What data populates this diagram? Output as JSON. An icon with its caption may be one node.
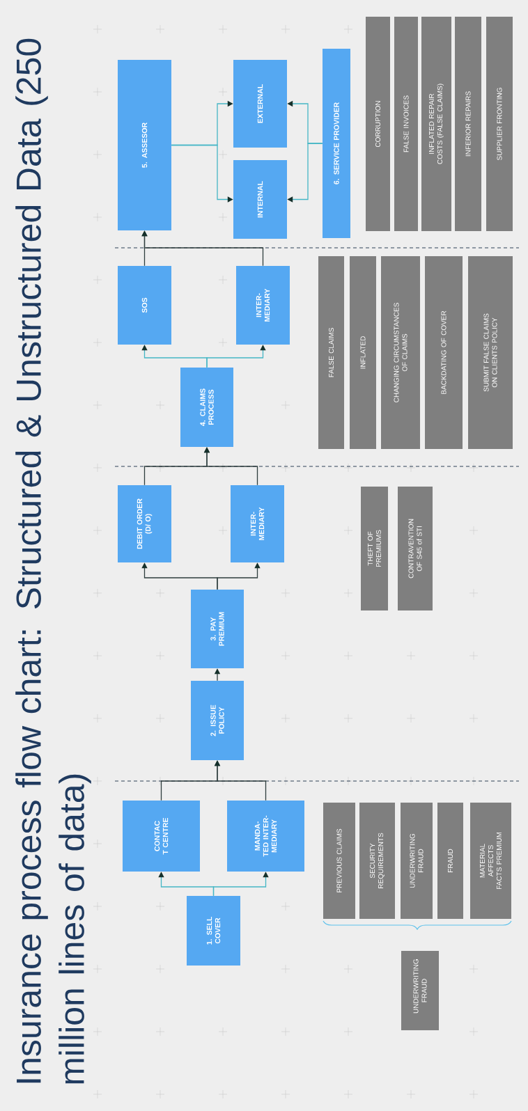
{
  "diagram": {
    "title": "Insurance process flow chart: Structured & Unstructured Data (250 million lines of data)",
    "nodes": [
      {
        "text": [
          "1. SELL COVER"
        ]
      },
      {
        "text": [
          "CONTAC T CENTRE"
        ]
      },
      {
        "text": [
          "MANDA- TED INTER- MEDIARY"
        ]
      },
      {
        "text": [
          "2. ISSUE POLICY"
        ]
      },
      {
        "text": [
          "3. PAY PREMIUM"
        ]
      },
      {
        "text": [
          "DEBIT ORDER (D/ O)"
        ]
      },
      {
        "text": [
          "INTER- MEDIARY"
        ]
      },
      {
        "text": [
          "4. CLAIMS PROCESS"
        ]
      },
      {
        "text": [
          "SOS"
        ]
      },
      {
        "text": [
          "INTER- MEDIARY"
        ]
      },
      {
        "text": [
          "5. ASSESOR"
        ]
      },
      {
        "text": [
          "INTERNAL"
        ]
      },
      {
        "text": [
          "EXTERNAL"
        ]
      },
      {
        "text": [
          "6. SERVICE PROVIDER"
        ]
      },
      {
        "text": [
          "UNDERWRITING FRAUD"
        ]
      },
      {
        "text": [
          "PREVIOUS CLAIMS"
        ]
      },
      {
        "text": [
          "SECURITY REQUIREMENTS"
        ]
      },
      {
        "text": [
          "UNDERWRITING FRAUD"
        ]
      },
      {
        "text": [
          "FRAUD"
        ]
      },
      {
        "text": [
          "MATERIAL AFFECTS FACTS PREMIUM"
        ]
      },
      {
        "text": [
          "THEFT OF PREMIUMS"
        ]
      },
      {
        "text": [
          "CONTRAVENTION OF S45 of STI"
        ]
      },
      {
        "text": [
          "FALSE CLAIMS"
        ]
      },
      {
        "text": [
          "INFLATED"
        ]
      },
      {
        "text": [
          "CHANGING CIRCUMSTANCES OF CLAIMS"
        ]
      },
      {
        "text": [
          "BACKDATING OF COVER"
        ]
      },
      {
        "text": [
          "SUBMIT FALSE CLAIMS ON CLIENTS POLICY"
        ]
      },
      {
        "text": [
          "CORRUPTION"
        ]
      },
      {
        "text": [
          "FALSE INVOICES"
        ]
      },
      {
        "text": [
          "INFLATED REPAIR COSTS (FALSE CLAIMS)"
        ]
      },
      {
        "text": [
          "INFERIOR REPAIRS"
        ]
      },
      {
        "text": [
          "SUPPLIER FRONTING"
        ]
      }
    ],
    "edges": [
      {
        "from": 0,
        "to": 1,
        "arrow": "to",
        "color": "#45b6c5"
      },
      {
        "from": 0,
        "to": 2,
        "arrow": "to",
        "color": "#45b6c5"
      },
      {
        "from": 1,
        "to": 3,
        "arrow": "to"
      },
      {
        "from": 2,
        "to": 3,
        "arrow": "to"
      },
      {
        "from": 3,
        "to": 4,
        "arrow": "to"
      },
      {
        "from": 4,
        "to": 5,
        "arrow": "to"
      },
      {
        "from": 4,
        "to": 6,
        "arrow": "to"
      },
      {
        "from": 5,
        "to": 7,
        "arrow": "to"
      },
      {
        "from": 6,
        "to": 7,
        "arrow": "to"
      },
      {
        "from": 7,
        "to": 8,
        "arrow": "to",
        "color": "#45b6c5"
      },
      {
        "from": 7,
        "to": 9,
        "arrow": "to",
        "color": "#45b6c5"
      },
      {
        "from": 8,
        "to": 10,
        "arrow": "to"
      },
      {
        "from": 9,
        "to": 10,
        "arrow": "to"
      },
      {
        "from": 10,
        "to": 11,
        "arrow": "to",
        "color": "#45b6c5"
      },
      {
        "from": 10,
        "to": 12,
        "arrow": "to",
        "color": "#45b6c5"
      },
      {
        "from": 13,
        "to": 11,
        "arrow": "to",
        "color": "#45b6c5"
      },
      {
        "from": 13,
        "to": 12,
        "arrow": "to",
        "color": "#45b6c5"
      }
    ]
  }
}
